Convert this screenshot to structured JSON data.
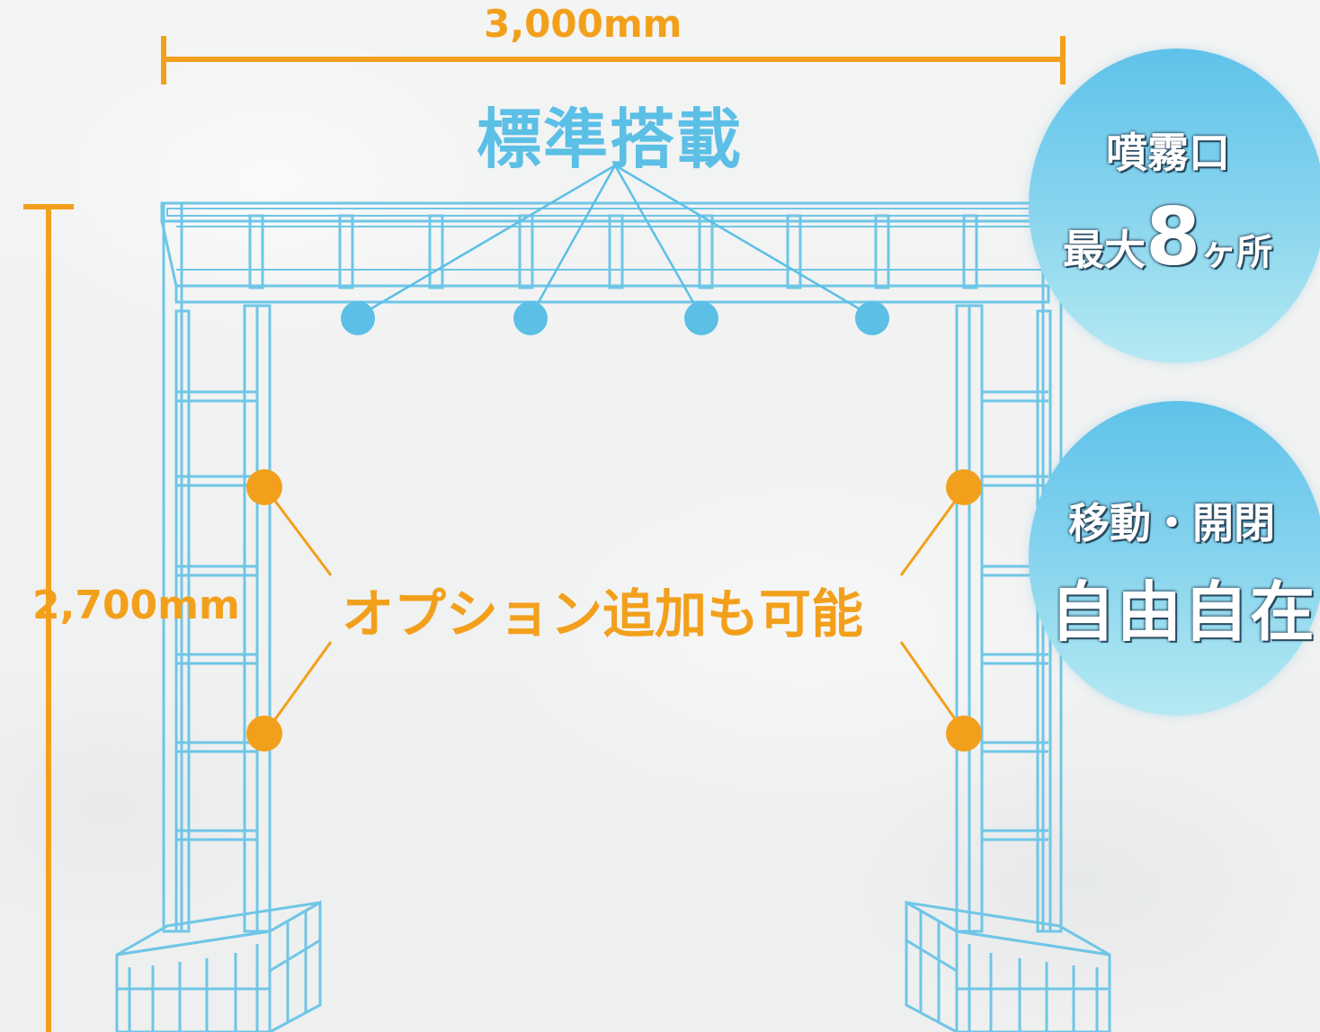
{
  "dimensions": {
    "width": "3,000mm",
    "height": "2,700mm"
  },
  "labels": {
    "standard": "標準搭載",
    "option": "オプション追加も可能"
  },
  "badges": {
    "nozzles": {
      "line1": "噴霧口",
      "line2_prefix": "最大",
      "line2_number": "8",
      "line2_unit": "ヶ所"
    },
    "mobility": {
      "line1": "移動・開閉",
      "line2": "自由自在"
    }
  },
  "colors": {
    "frame": "#5bbfe6",
    "standard_nozzle": "#5bbfe6",
    "option_nozzle": "#f2a01c",
    "dimension": "#f2a01c",
    "badge_top": "#5fc2ea",
    "badge_bottom": "#b6e9f2"
  }
}
